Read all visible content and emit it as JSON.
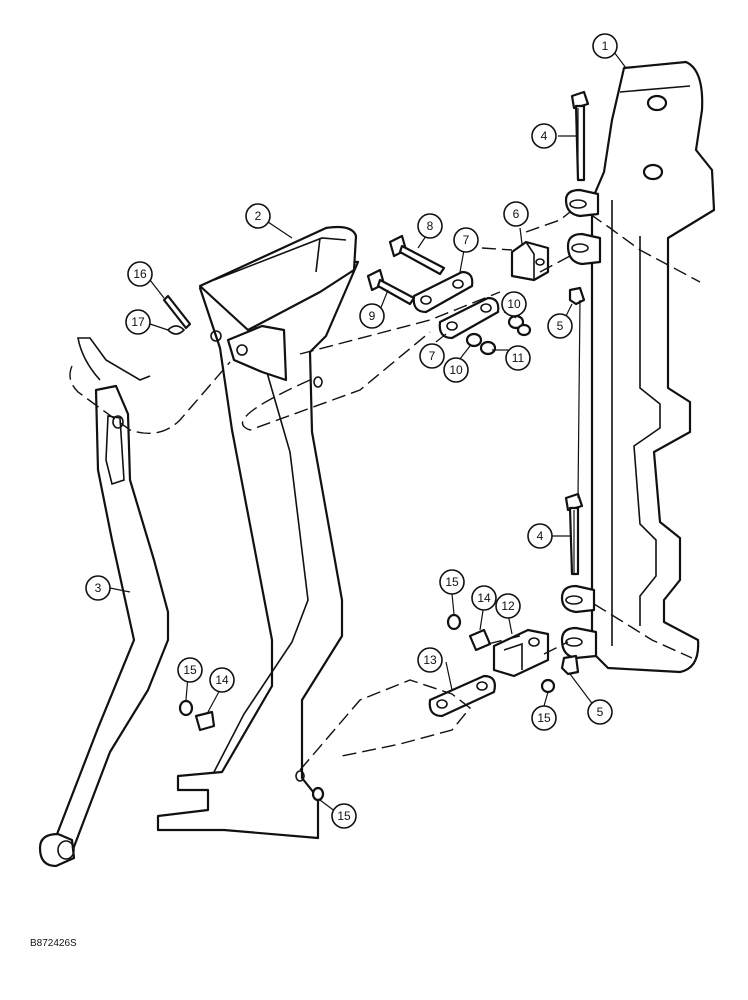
{
  "figure_code": "B872426S",
  "callouts": [
    {
      "id": "c1",
      "label": "1"
    },
    {
      "id": "c2",
      "label": "2"
    },
    {
      "id": "c3",
      "label": "3"
    },
    {
      "id": "c4a",
      "label": "4"
    },
    {
      "id": "c4b",
      "label": "4"
    },
    {
      "id": "c5a",
      "label": "5"
    },
    {
      "id": "c5b",
      "label": "5"
    },
    {
      "id": "c6",
      "label": "6"
    },
    {
      "id": "c7a",
      "label": "7"
    },
    {
      "id": "c7b",
      "label": "7"
    },
    {
      "id": "c8",
      "label": "8"
    },
    {
      "id": "c9",
      "label": "9"
    },
    {
      "id": "c10a",
      "label": "10"
    },
    {
      "id": "c10b",
      "label": "10"
    },
    {
      "id": "c11",
      "label": "11"
    },
    {
      "id": "c12",
      "label": "12"
    },
    {
      "id": "c13",
      "label": "13"
    },
    {
      "id": "c14a",
      "label": "14"
    },
    {
      "id": "c14b",
      "label": "14"
    },
    {
      "id": "c15a",
      "label": "15"
    },
    {
      "id": "c15b",
      "label": "15"
    },
    {
      "id": "c15c",
      "label": "15"
    },
    {
      "id": "c15d",
      "label": "15"
    },
    {
      "id": "c16",
      "label": "16"
    },
    {
      "id": "c17",
      "label": "17"
    }
  ]
}
